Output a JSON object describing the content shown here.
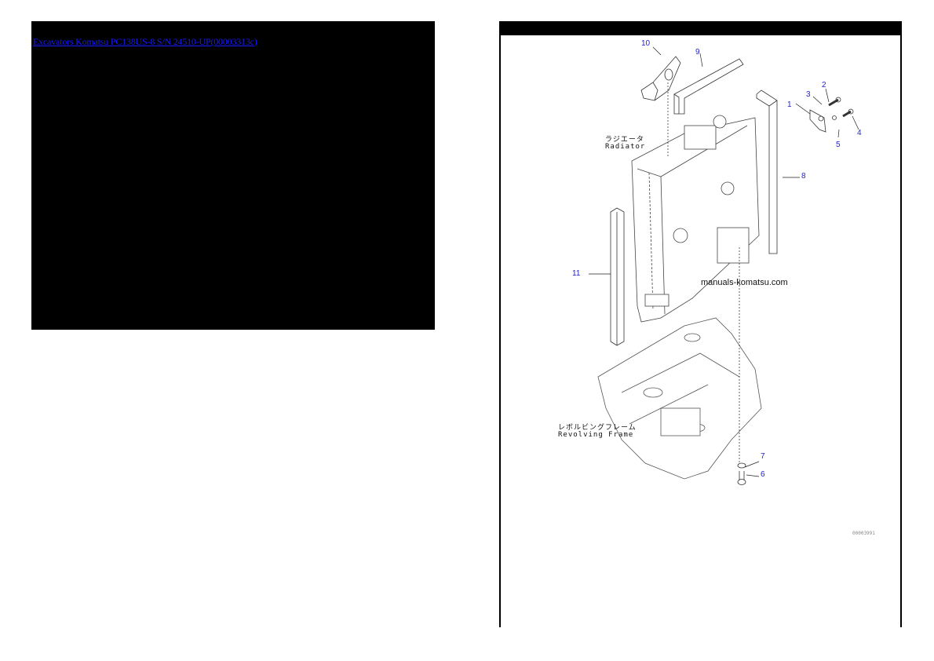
{
  "left_panel": {
    "breadcrumb_link": "Excavators Komatsu PC138US-8 S/N 24510-UP(00003313c)"
  },
  "diagram": {
    "callouts": [
      {
        "id": "1",
        "label": "1"
      },
      {
        "id": "2",
        "label": "2"
      },
      {
        "id": "3",
        "label": "3"
      },
      {
        "id": "4",
        "label": "4"
      },
      {
        "id": "5",
        "label": "5"
      },
      {
        "id": "6",
        "label": "6"
      },
      {
        "id": "7",
        "label": "7"
      },
      {
        "id": "8",
        "label": "8"
      },
      {
        "id": "9",
        "label": "9"
      },
      {
        "id": "10",
        "label": "10"
      },
      {
        "id": "11",
        "label": "11"
      }
    ],
    "radiator_label_jp": "ラジエータ",
    "radiator_label_en": "Radiator",
    "frame_label_jp": "レボルビングフレーム",
    "frame_label_en": "Revolving Frame",
    "watermark": "manuals-komatsu.com",
    "drawing_code": "00003991",
    "colors": {
      "callout": "#2222cc",
      "link": "#1a1aff",
      "panel": "#000000"
    }
  }
}
